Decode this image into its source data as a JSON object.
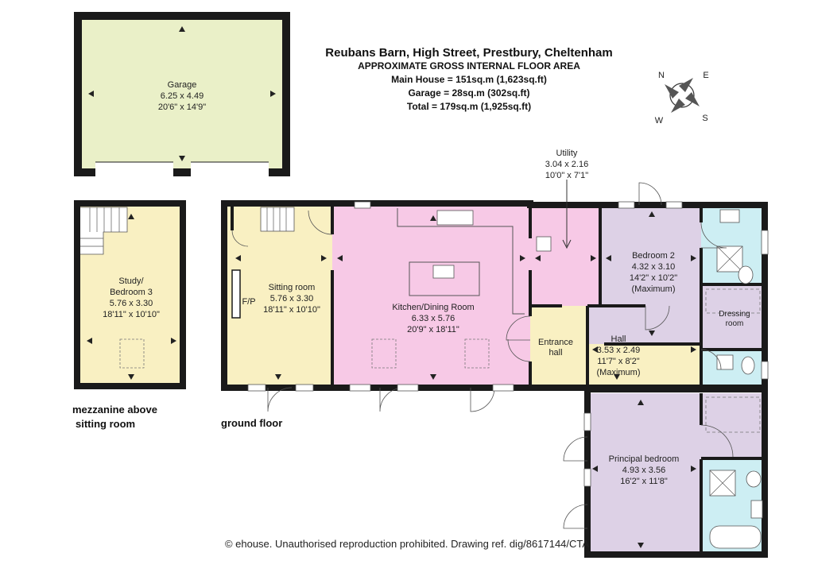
{
  "header": {
    "title": "Reubans Barn, High Street, Prestbury, Cheltenham",
    "area_heading": "APPROXIMATE GROSS INTERNAL FLOOR AREA",
    "main_house": "Main House = 151sq.m (1,623sq.ft)",
    "garage": "Garage = 28sq.m (302sq.ft)",
    "total": "Total = 179sq.m (1,925sq.ft)"
  },
  "compass": {
    "n": "N",
    "e": "E",
    "s": "S",
    "w": "W"
  },
  "rooms": {
    "garage": {
      "name": "Garage",
      "metric": "6.25 x 4.49",
      "imperial": "20'6\" x 14'9\""
    },
    "study": {
      "name": "Study/",
      "name2": "Bedroom 3",
      "metric": "5.76 x 3.30",
      "imperial": "18'11\" x 10'10\""
    },
    "sitting": {
      "name": "Sitting room",
      "metric": "5.76 x 3.30",
      "imperial": "18'11\" x 10'10\"",
      "fp": "F/P"
    },
    "kitchen": {
      "name": "Kitchen/Dining Room",
      "metric": "6.33 x 5.76",
      "imperial": "20'9\" x 18'11\""
    },
    "utility": {
      "name": "Utility",
      "metric": "3.04 x 2.16",
      "imperial": "10'0\" x 7'1\""
    },
    "bedroom2": {
      "name": "Bedroom 2",
      "metric": "4.32 x 3.10",
      "imperial": "14'2\" x 10'2\"",
      "note": "(Maximum)"
    },
    "dressing": {
      "name": "Dressing",
      "name2": "room"
    },
    "entrance": {
      "name": "Entrance",
      "name2": "hall"
    },
    "hall": {
      "name": "Hall",
      "metric": "3.53 x 2.49",
      "imperial": "11'7\" x 8'2\"",
      "note": "(Maximum)"
    },
    "principal": {
      "name": "Principal bedroom",
      "metric": "4.93 x 3.56",
      "imperial": "16'2\" x 11'8\""
    }
  },
  "labels": {
    "mezzanine": "mezzanine above",
    "mezzanine2": "sitting room",
    "ground": "ground floor"
  },
  "colors": {
    "garage": "#eaf0c8",
    "yellow": "#f9f0c2",
    "pink": "#f7c9e6",
    "lilac": "#ddd1e6",
    "blue": "#cdeef3",
    "wall": "#1a1a1a"
  },
  "footer": {
    "copyright": "© ehouse. Unauthorised reproduction prohibited. Drawing ref. dig/8617144/CTA"
  }
}
